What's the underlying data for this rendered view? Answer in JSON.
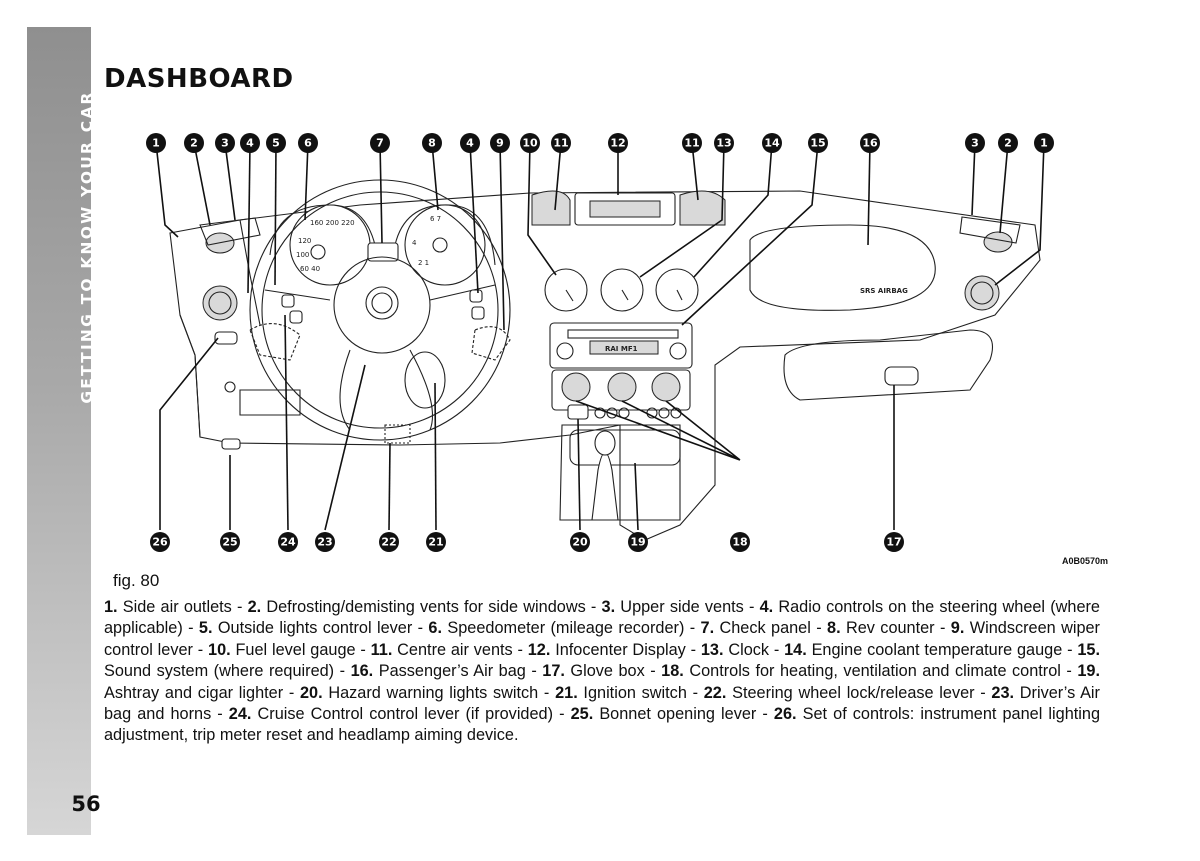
{
  "sidebar": {
    "section_label": "GETTING TO KNOW YOUR CAR",
    "page_number": "56"
  },
  "page": {
    "title": "DASHBOARD"
  },
  "figure": {
    "label": "fig. 80",
    "code": "A0B0570m",
    "airbag_label": "SRS AIRBAG",
    "display_label": "RAI MF1"
  },
  "caption": [
    {
      "num": "1.",
      "text": " Side air outlets - "
    },
    {
      "num": "2.",
      "text": " Defrosting/demisting vents for side windows - "
    },
    {
      "num": "3.",
      "text": " Upper side vents - "
    },
    {
      "num": "4.",
      "text": " Radio controls on the steering wheel (where applicable) - "
    },
    {
      "num": "5.",
      "text": " Outside lights control lever - "
    },
    {
      "num": "6.",
      "text": " Speedometer (mileage recorder) - "
    },
    {
      "num": "7.",
      "text": " Check panel - "
    },
    {
      "num": "8.",
      "text": " Rev counter - "
    },
    {
      "num": "9.",
      "text": " Windscreen wiper control lever - "
    },
    {
      "num": "10.",
      "text": " Fuel level gauge - "
    },
    {
      "num": "11.",
      "text": " Centre air vents - "
    },
    {
      "num": "12.",
      "text": " Infocenter Display - "
    },
    {
      "num": "13.",
      "text": " Clock - "
    },
    {
      "num": "14.",
      "text": " Engine coolant temperature gauge - "
    },
    {
      "num": "15.",
      "text": " Sound system (where required) - "
    },
    {
      "num": "16.",
      "text": " Passenger’s Air bag - "
    },
    {
      "num": "17.",
      "text": " Glove box - "
    },
    {
      "num": "18.",
      "text": " Controls for heating, ventilation and climate control - "
    },
    {
      "num": "19.",
      "text": " Ashtray and cigar lighter - "
    },
    {
      "num": "20.",
      "text": " Hazard warning lights switch - "
    },
    {
      "num": "21.",
      "text": " Ignition switch - "
    },
    {
      "num": "22.",
      "text": " Steering wheel lock/release lever - "
    },
    {
      "num": "23.",
      "text": " Driver’s Air bag and horns - "
    },
    {
      "num": "24.",
      "text": " Cruise Control control lever (if provided) - "
    },
    {
      "num": "25.",
      "text": " Bonnet opening lever - "
    },
    {
      "num": "26.",
      "text": " Set of controls: instrument panel lighting adjustment, trip meter reset and headlamp aiming device."
    }
  ],
  "callouts_top": [
    "1",
    "2",
    "3",
    "4",
    "5",
    "6",
    "7",
    "8",
    "4",
    "9",
    "10",
    "11",
    "12",
    "11",
    "13",
    "14",
    "15",
    "16",
    "3",
    "2",
    "1"
  ],
  "callouts_bottom": [
    "26",
    "25",
    "24",
    "23",
    "22",
    "21",
    "20",
    "19",
    "18",
    "17"
  ]
}
